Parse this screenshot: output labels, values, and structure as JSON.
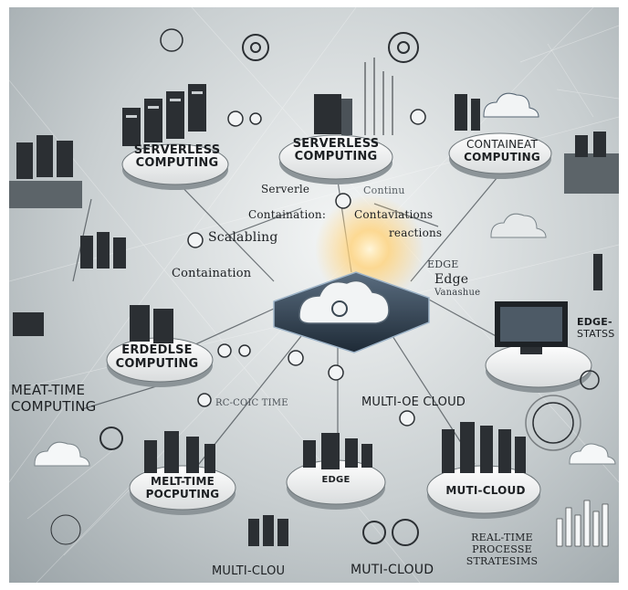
{
  "platforms": {
    "top_left": {
      "line1": "SERVERLESS",
      "line2": "COMPUTING"
    },
    "top_center": {
      "line1": "SERVERLESS",
      "line2": "COMPUTING"
    },
    "top_right": {
      "line1": "CONTAINEAT",
      "line2": "COMPUTING"
    },
    "mid_left": {
      "line1": "ERDEDLSE",
      "line2": "COMPUTING"
    },
    "bottom_left": {
      "line1": "MELT-TIME",
      "line2": "POCPUTING"
    },
    "bottom_center": {
      "line1": "EDGE"
    },
    "bottom_right": {
      "line1": "MUTI-CLOUD"
    }
  },
  "labels": {
    "serverle": "Serverle",
    "continu": "Continu",
    "containation_colon": "Containation:",
    "contaviations": "Contaviations",
    "reactions": "reactions",
    "scalabling": "Scalabling",
    "containation": "Containation",
    "edge_caps": "EDGE",
    "edge": "Edge",
    "edge_sub": "Vanashue",
    "edge_s_1": "EDGE-",
    "edge_s_2": "STATSS",
    "real_time_1": "MEAT-TIME",
    "real_time_2": "COMPUTING",
    "rc_time": "RC-COIC TIME",
    "multi_oe_cloud": "MULTI-OE CLOUD",
    "multi_clou": "MULTI-CLOU",
    "muti_cloud": "MUTI-CLOUD",
    "rts_1": "REAL-TIME",
    "rts_2": "PROCESSE",
    "rts_3": "STRATESIMS"
  },
  "colors": {
    "background": "#c9cfd1",
    "platform": "#f3f4f4",
    "platform_edge": "#6e767a",
    "server": "#2b2f33",
    "hub": "#34495e",
    "glow": "#ffd27a"
  },
  "icons": [
    "lock-icon",
    "gear-icon",
    "cloud-icon",
    "server-rack-icon",
    "monitor-icon",
    "bar-chart-icon",
    "globe-icon",
    "network-icon"
  ]
}
